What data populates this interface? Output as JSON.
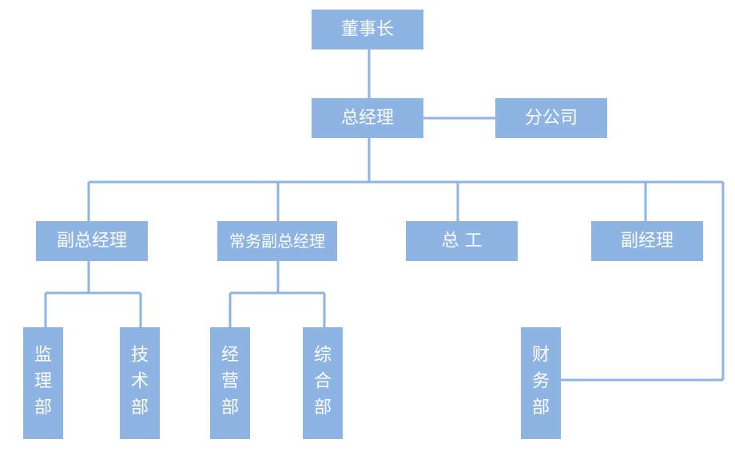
{
  "colors": {
    "box_fill": "#8eb4e3",
    "line": "#8eb4e3",
    "text": "#ffffff",
    "background": "#ffffff"
  },
  "nodes": {
    "chairman": "董事长",
    "general_manager": "总经理",
    "branch_company": "分公司",
    "deputy_gm": "副总经理",
    "executive_deputy_gm": "常务副总经理",
    "chief_engineer": "总 工",
    "vice_manager": "副经理",
    "supervision_dept": "监理部",
    "technical_dept": "技术部",
    "operations_dept": "经营部",
    "general_affairs_dept": "综合部",
    "finance_dept": "财务部"
  }
}
